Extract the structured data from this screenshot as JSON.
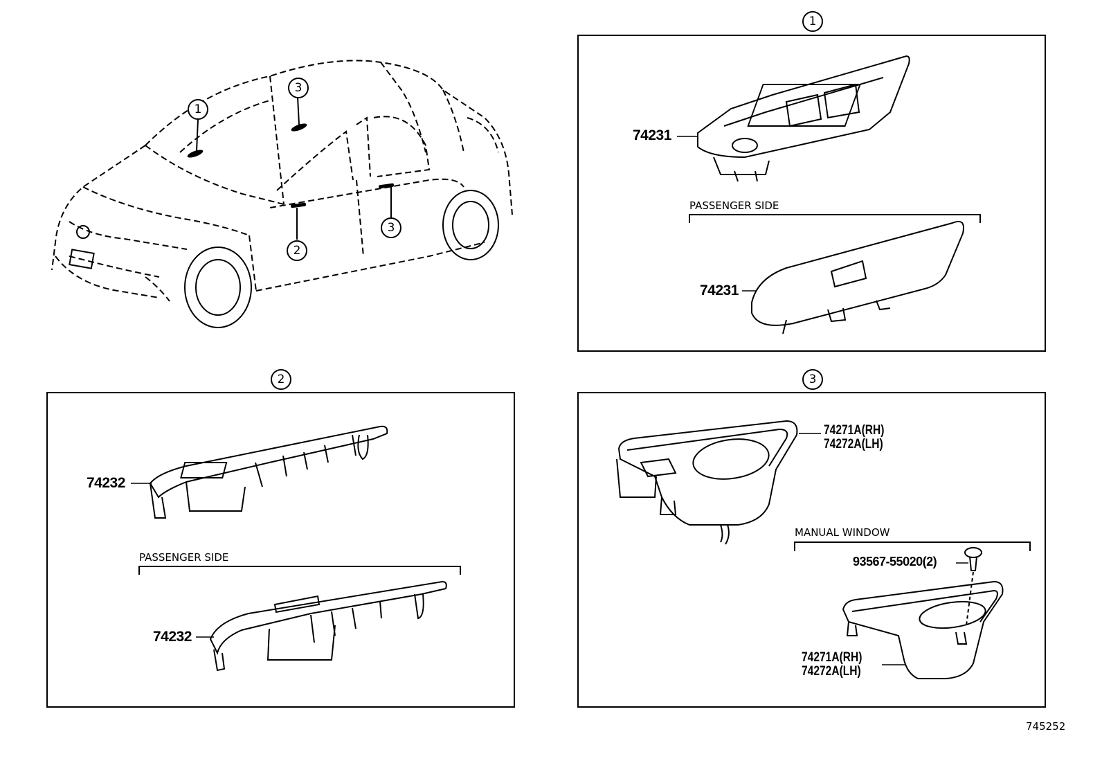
{
  "callouts": {
    "c1": "1",
    "c2": "2",
    "c3": "3"
  },
  "car": {
    "callout_1": "1",
    "callout_2": "2",
    "callout_3": "3"
  },
  "panel1": {
    "callout": "1",
    "part_top": "74231",
    "passenger_side_label": "PASSENGER SIDE",
    "part_bottom": "74231"
  },
  "panel2": {
    "callout": "2",
    "part_top": "74232",
    "passenger_side_label": "PASSENGER SIDE",
    "part_bottom": "74232"
  },
  "panel3": {
    "callout": "3",
    "part_top_rh": "74271A(RH)",
    "part_top_lh": "74272A(LH)",
    "manual_window_label": "MANUAL WINDOW",
    "screw_part": "93567-55020(2)",
    "part_bottom_rh": "74271A(RH)",
    "part_bottom_lh": "74272A(LH)"
  },
  "figure_ref": "745252"
}
